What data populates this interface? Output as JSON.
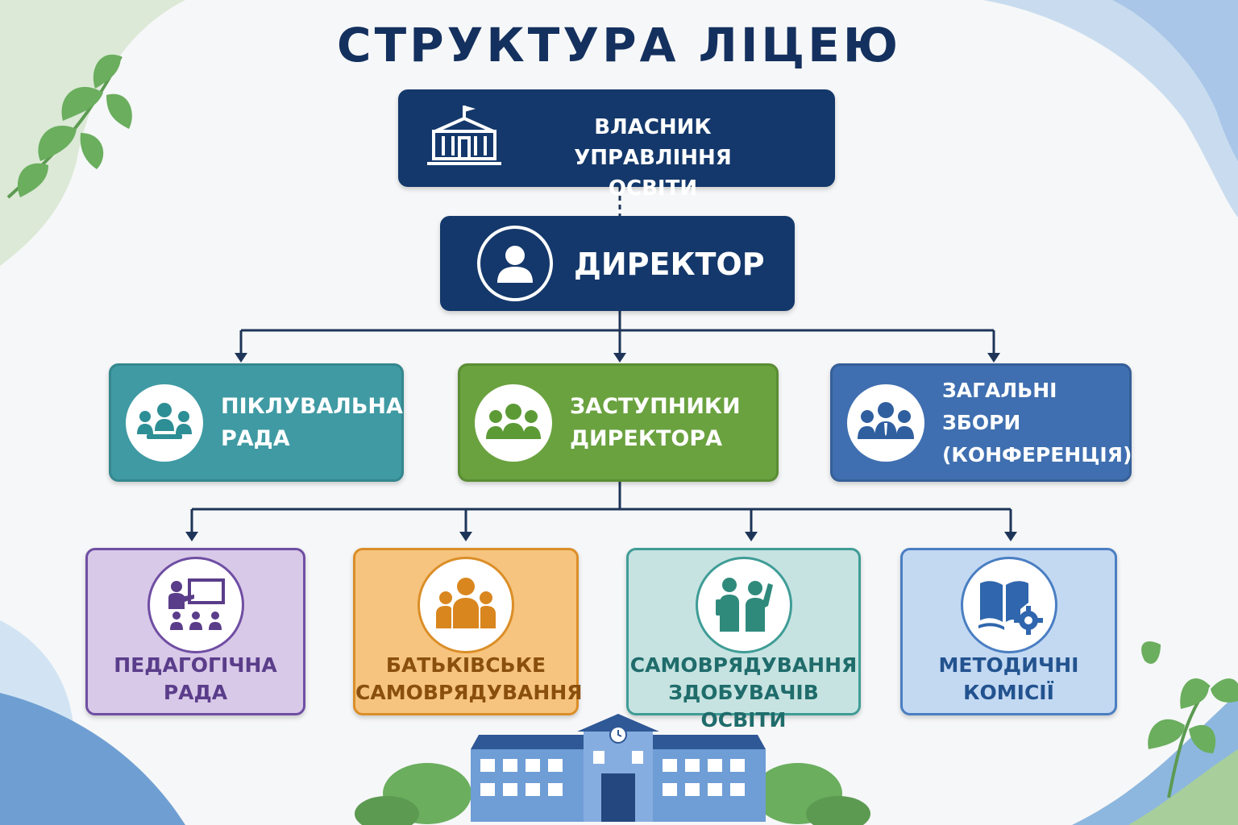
{
  "title": "СТРУКТУРА ЛІЦЕЮ",
  "owner": {
    "line1": "ВЛАСНИК",
    "line2": "УПРАВЛІННЯ ОСВІТИ",
    "icon": "government-building-icon"
  },
  "director": {
    "label": "ДИРЕКТОР",
    "icon": "person-icon"
  },
  "level2": [
    {
      "line1": "ПІКЛУВАЛЬНА",
      "line2": "РАДА",
      "icon": "group-meeting-icon",
      "color": "#3f9aa3"
    },
    {
      "line1": "ЗАСТУПНИКИ",
      "line2": "ДИРЕКТОРА",
      "icon": "team-icon",
      "color": "#6aa23f"
    },
    {
      "line1": "ЗАГАЛЬНІ ЗБОРИ",
      "line2": "(КОНФЕРЕНЦІЯ)",
      "icon": "assembly-icon",
      "color": "#3f6fb0"
    }
  ],
  "level3": [
    {
      "line1": "ПЕДАГОГІЧНА",
      "line2": "РАДА",
      "icon": "teacher-presentation-icon",
      "bg": "#d8c9e8",
      "border": "#6f4ea3",
      "text": "#5a3d8a",
      "iconColor": "#5a3d8a"
    },
    {
      "line1": "БАТЬКІВСЬКЕ",
      "line2": "САМОВРЯДУВАННЯ",
      "icon": "parents-group-icon",
      "bg": "#f6c47e",
      "border": "#db8e28",
      "text": "#8a4f0e",
      "iconColor": "#d9861f"
    },
    {
      "line1": "САМОВРЯДУВАННЯ",
      "line2": "ЗДОБУВАЧІВ ОСВІТИ",
      "icon": "students-icon",
      "bg": "#c6e3e1",
      "border": "#3f9c96",
      "text": "#1f6c6b",
      "iconColor": "#2f8a7c"
    },
    {
      "line1": "МЕТОДИЧНІ",
      "line2": "КОМІСІЇ",
      "icon": "book-gear-icon",
      "bg": "#c3d9f2",
      "border": "#4a7ec2",
      "text": "#23538f",
      "iconColor": "#2f66ad"
    }
  ],
  "colors": {
    "navy": "#14386b",
    "connector": "#1e3559",
    "leaf": "#5fa55a"
  }
}
